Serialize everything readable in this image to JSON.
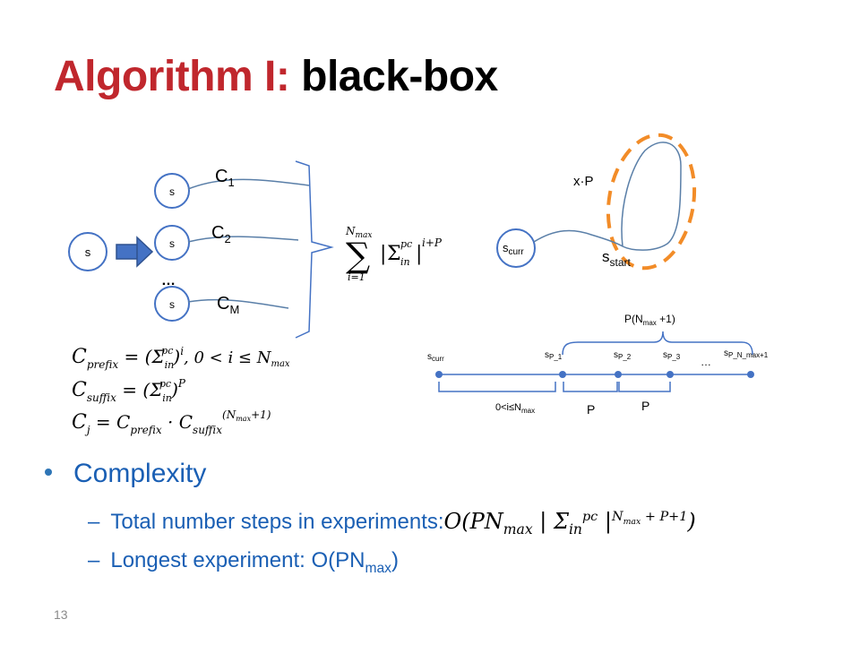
{
  "slide": {
    "title_accent": "Algorithm I:",
    "title_rest": "black-box",
    "page_number": "13"
  },
  "left_diagram": {
    "source_state": "s",
    "arrow": "block-arrow-right",
    "states": [
      "s",
      "s",
      "s"
    ],
    "ellipsis": "…",
    "sequences": [
      {
        "base": "C",
        "sub": "1"
      },
      {
        "base": "C",
        "sub": "2"
      },
      {
        "base": "C",
        "sub": "M"
      }
    ],
    "sum_formula": {
      "upper": "N",
      "upper_sub": "max",
      "lower": "i=1",
      "body_sigma_sub": "in",
      "body_sigma_sup": "pc",
      "exponent": "i+P"
    },
    "equations": [
      {
        "lhs": "C",
        "lhs_sub": "prefix",
        "rhs": "= (Σ",
        "rhs_sub": "in",
        "rhs_sup": "pc",
        "tail": ")",
        "exp": "i",
        "cond": ", 0 < i ≤ N",
        "cond_sub": "max"
      },
      {
        "lhs": "C",
        "lhs_sub": "suffix",
        "rhs": "= (Σ",
        "rhs_sub": "in",
        "rhs_sup": "pc",
        "tail": ")",
        "exp": "P"
      },
      {
        "lhs": "C",
        "lhs_sub": "j",
        "rhs": "= C",
        "rhs_sub": "prefix",
        "mid": "· C",
        "mid_sub": "suffix",
        "exp": "(N",
        "exp_sub": "max",
        "exp_tail": "+1)"
      }
    ]
  },
  "right_diagram": {
    "curr_state": {
      "base": "s",
      "sub": "curr"
    },
    "start_state": {
      "base": "s",
      "sub": "start"
    },
    "loop_label": "x·P",
    "loop_highlight_color": "#f28c28"
  },
  "timeline": {
    "span_label": {
      "prefix": "P(N",
      "sub": "max",
      "suffix": " +1)"
    },
    "points": [
      {
        "base": "s",
        "sub": "curr"
      },
      {
        "base": "s",
        "sub": "P_1"
      },
      {
        "base": "s",
        "sub": "P_2"
      },
      {
        "base": "s",
        "sub": "P_3"
      },
      {
        "base": "s",
        "sub": "P_N_max+1"
      }
    ],
    "ellipsis": "…",
    "bottom_labels": [
      {
        "prefix": "0<i≤N",
        "sub": "max"
      },
      {
        "prefix": "P"
      },
      {
        "prefix": "P"
      }
    ],
    "dot_color": "#4472c4"
  },
  "bullets": {
    "main": "Complexity",
    "items": [
      {
        "dash": "–",
        "text": "Total number  steps in experiments:",
        "formula": "O(PN",
        "formula_sub": "max",
        "formula_mid": " | Σ",
        "formula_mid_sub": "in",
        "formula_mid_sup": "pc",
        "formula_tail": " |",
        "formula_exp": "N",
        "formula_exp_sub": "max",
        "formula_exp_tail": " + P+1",
        "formula_close": ")"
      },
      {
        "dash": "–",
        "text": "Longest experiment: O(PN",
        "text_sub": "max",
        "text_tail": ")"
      }
    ]
  },
  "colors": {
    "title_accent": "#c0272d",
    "bullet_text": "#1a5fb4",
    "circle_stroke": "#4472c4",
    "curve_stroke": "#5a7fa8",
    "bracket_stroke": "#4472c4"
  }
}
